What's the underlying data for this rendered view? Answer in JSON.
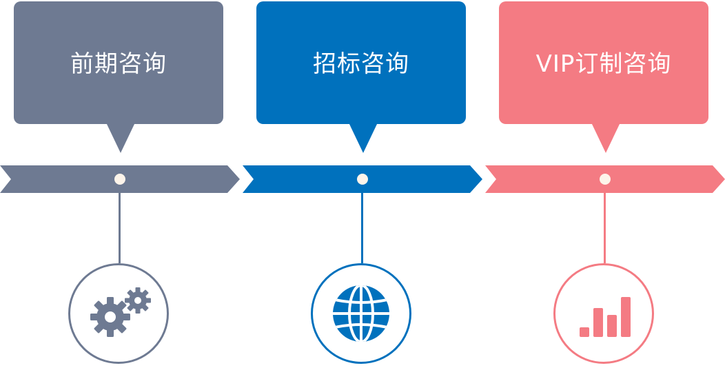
{
  "steps": [
    {
      "label": "前期咨询",
      "icon": "gears-icon",
      "color": "#6e7a92"
    },
    {
      "label": "招标咨询",
      "icon": "globe-icon",
      "color": "#0071bd"
    },
    {
      "label": "VIP订制咨询",
      "icon": "bar-chart-icon",
      "color": "#f47b83"
    }
  ],
  "dot_color": "#fdf4ea"
}
